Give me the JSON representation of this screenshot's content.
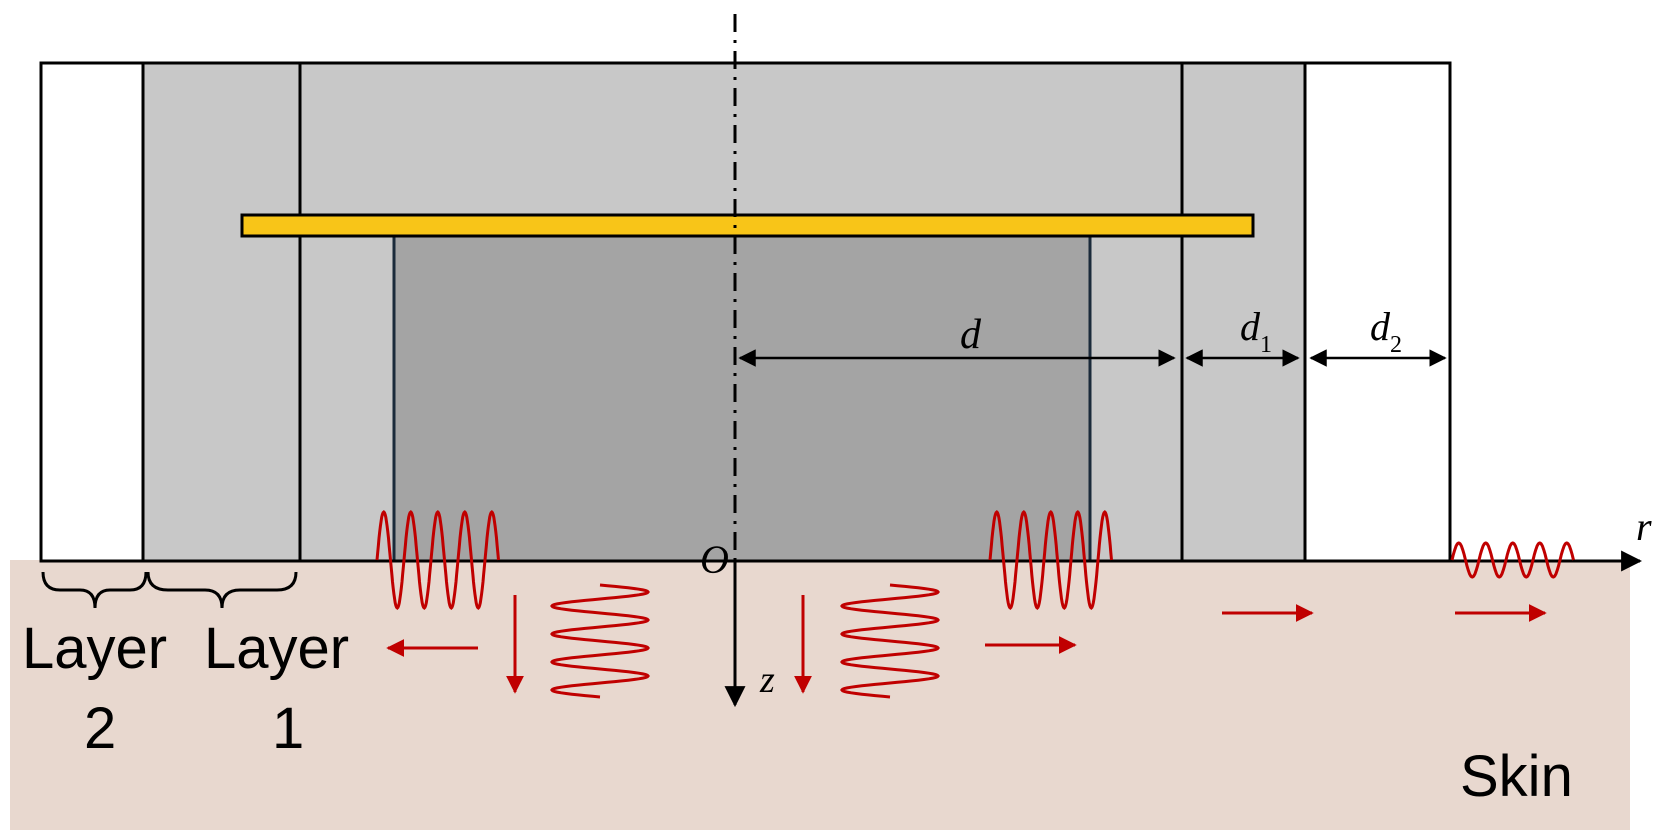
{
  "labels": {
    "d": "d",
    "d1_base": "d",
    "d1_sub": "1",
    "d2_base": "d",
    "d2_sub": "2",
    "r_axis": "r",
    "z_axis": "z",
    "origin": "O",
    "layer2_word": "Layer",
    "layer2_num": "2",
    "layer1_word": "Layer",
    "layer1_num": "1",
    "skin": "Skin"
  },
  "colors": {
    "skin": "#e8d8cf",
    "outer_layer": "#ffffff",
    "layer1": "#c8c8c8",
    "inner_fill": "#c8c8c8",
    "core": "#a4a4a4",
    "electrode": "#f8c518",
    "wave": "#c00000",
    "outline": "#000000"
  }
}
